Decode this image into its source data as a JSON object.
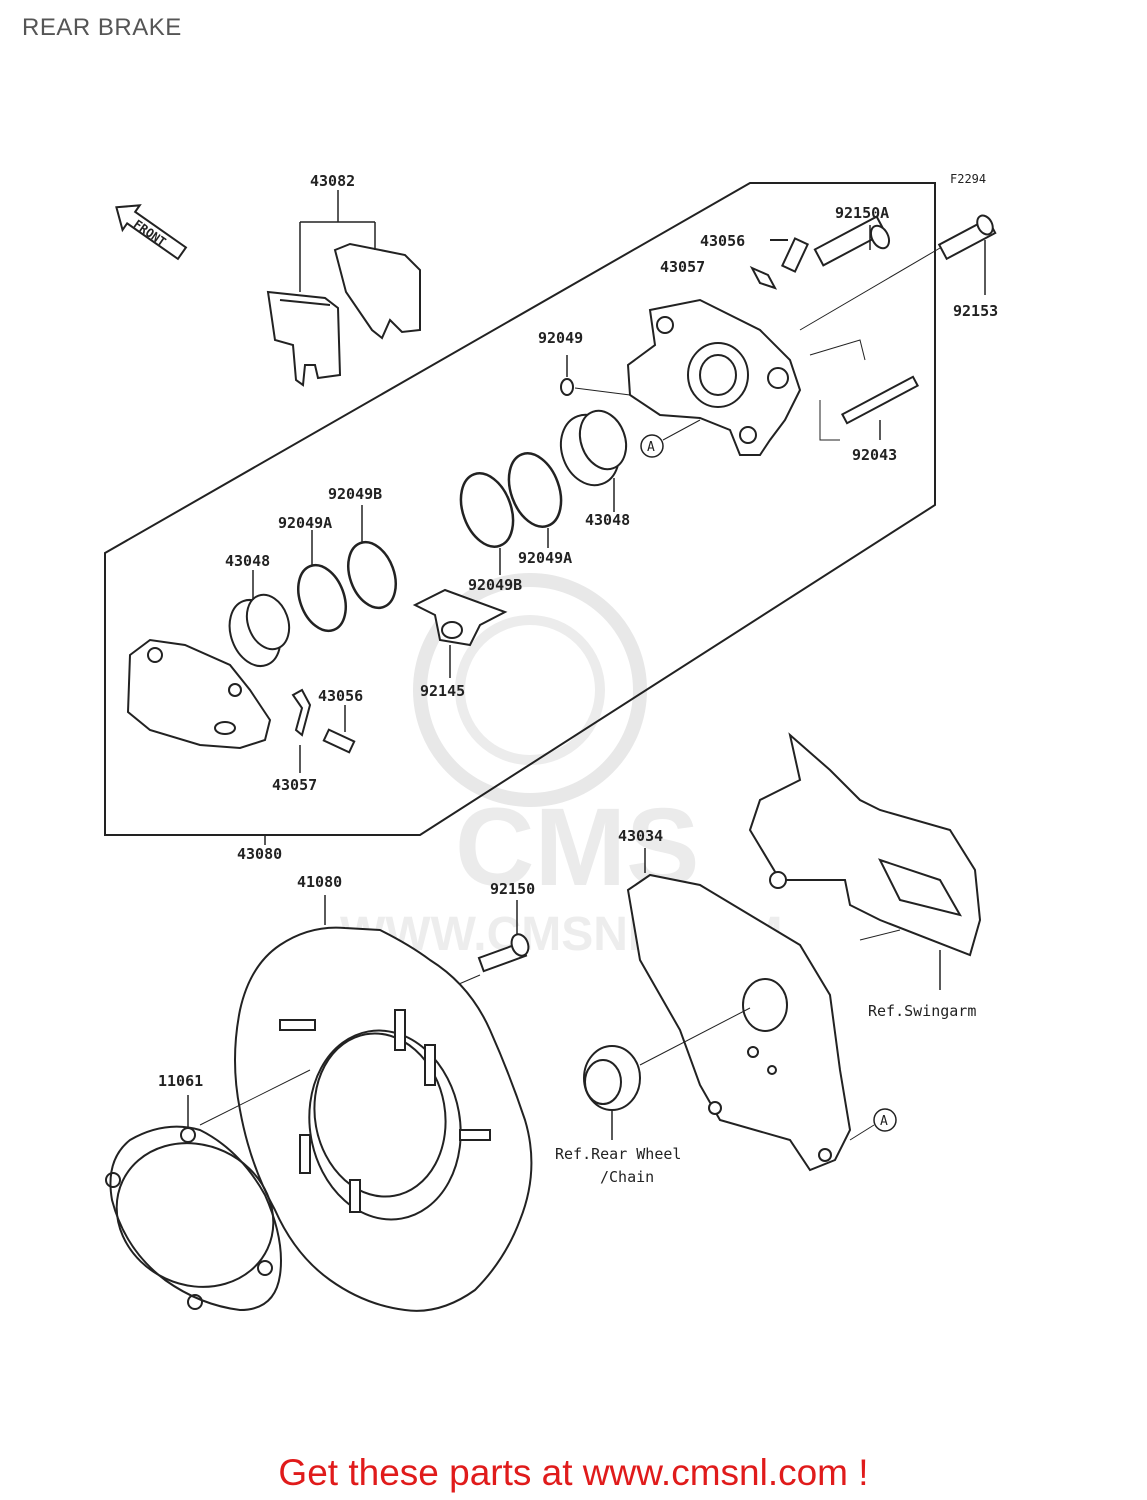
{
  "page": {
    "title": "REAR BRAKE"
  },
  "diagram": {
    "figure_id": "F2294",
    "front_label": "FRONT",
    "watermark_text": "WWW.CMSNL.COM",
    "watermark_logo": "CMS",
    "callout_letter": "A",
    "part_numbers": {
      "p43082": "43082",
      "p43056_top": "43056",
      "p92150A": "92150A",
      "p43057_top": "43057",
      "p92153": "92153",
      "p92049": "92049",
      "p92043": "92043",
      "p43048_right": "43048",
      "p92049B_left": "92049B",
      "p92049A_left": "92049A",
      "p43048_left": "43048",
      "p92049A_right": "92049A",
      "p92049B_right": "92049B",
      "p92145": "92145",
      "p43056_bottom": "43056",
      "p43057_bottom": "43057",
      "p43080": "43080",
      "p43034": "43034",
      "p41080": "41080",
      "p92150": "92150",
      "p11061": "11061"
    },
    "references": {
      "swingarm": "Ref.Swingarm",
      "rear_wheel_line1": "Ref.Rear Wheel",
      "rear_wheel_line2": "/Chain"
    }
  },
  "footer": {
    "text": "Get these parts at www.cmsnl.com !"
  },
  "colors": {
    "footer_text": "#e01b1b",
    "line": "#222222",
    "watermark": "#e6e6e6"
  }
}
